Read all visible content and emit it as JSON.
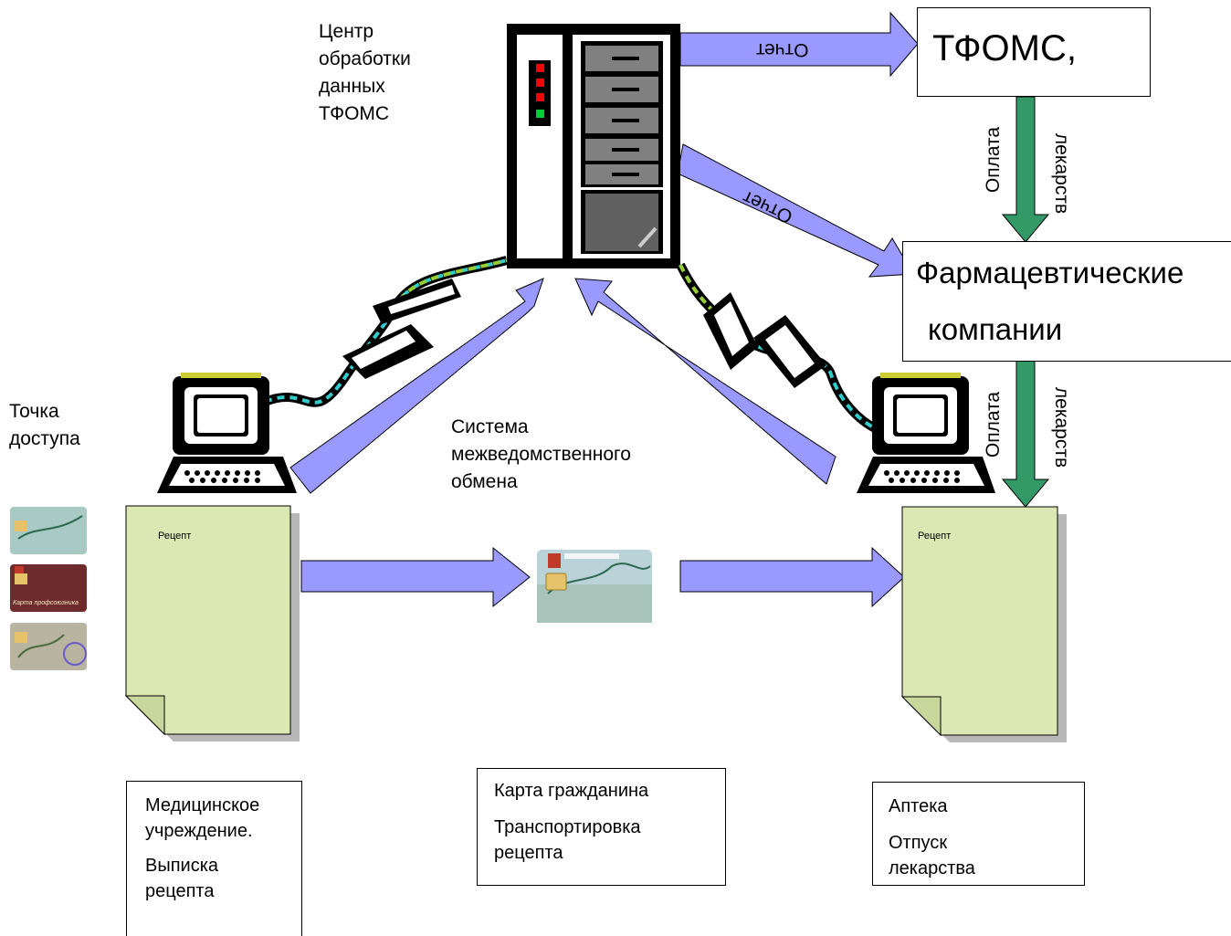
{
  "data_center_label": [
    "Центр",
    "обработки",
    "данных",
    "ТФОМС"
  ],
  "tfoms_box": "ТФОМС,",
  "pharma_box": [
    "Фармацевтические",
    "компании"
  ],
  "report_label": "Отчет",
  "payment_label": [
    "Оплата",
    "лекарств"
  ],
  "access_point_label": [
    "Точка",
    "доступа"
  ],
  "exchange_system_label": [
    "Система",
    "межведомственного",
    "обмена"
  ],
  "recipe_label": "Рецепт",
  "card_caption": "Карта профсоюзника",
  "medical_box": {
    "line1": "Медицинское",
    "line2": "учреждение.",
    "line3": "Выписка",
    "line4": "рецепта"
  },
  "citizen_box": {
    "line1": "Карта гражданина",
    "line2": "Транспортировка",
    "line3": "рецепта"
  },
  "pharmacy_box": {
    "line1": "Аптека",
    "line2": "Отпуск",
    "line3": "лекарства"
  },
  "colors": {
    "arrow_fill": "#9999ff",
    "payment_arrow": "#339966",
    "document": "#dbe8b4"
  }
}
